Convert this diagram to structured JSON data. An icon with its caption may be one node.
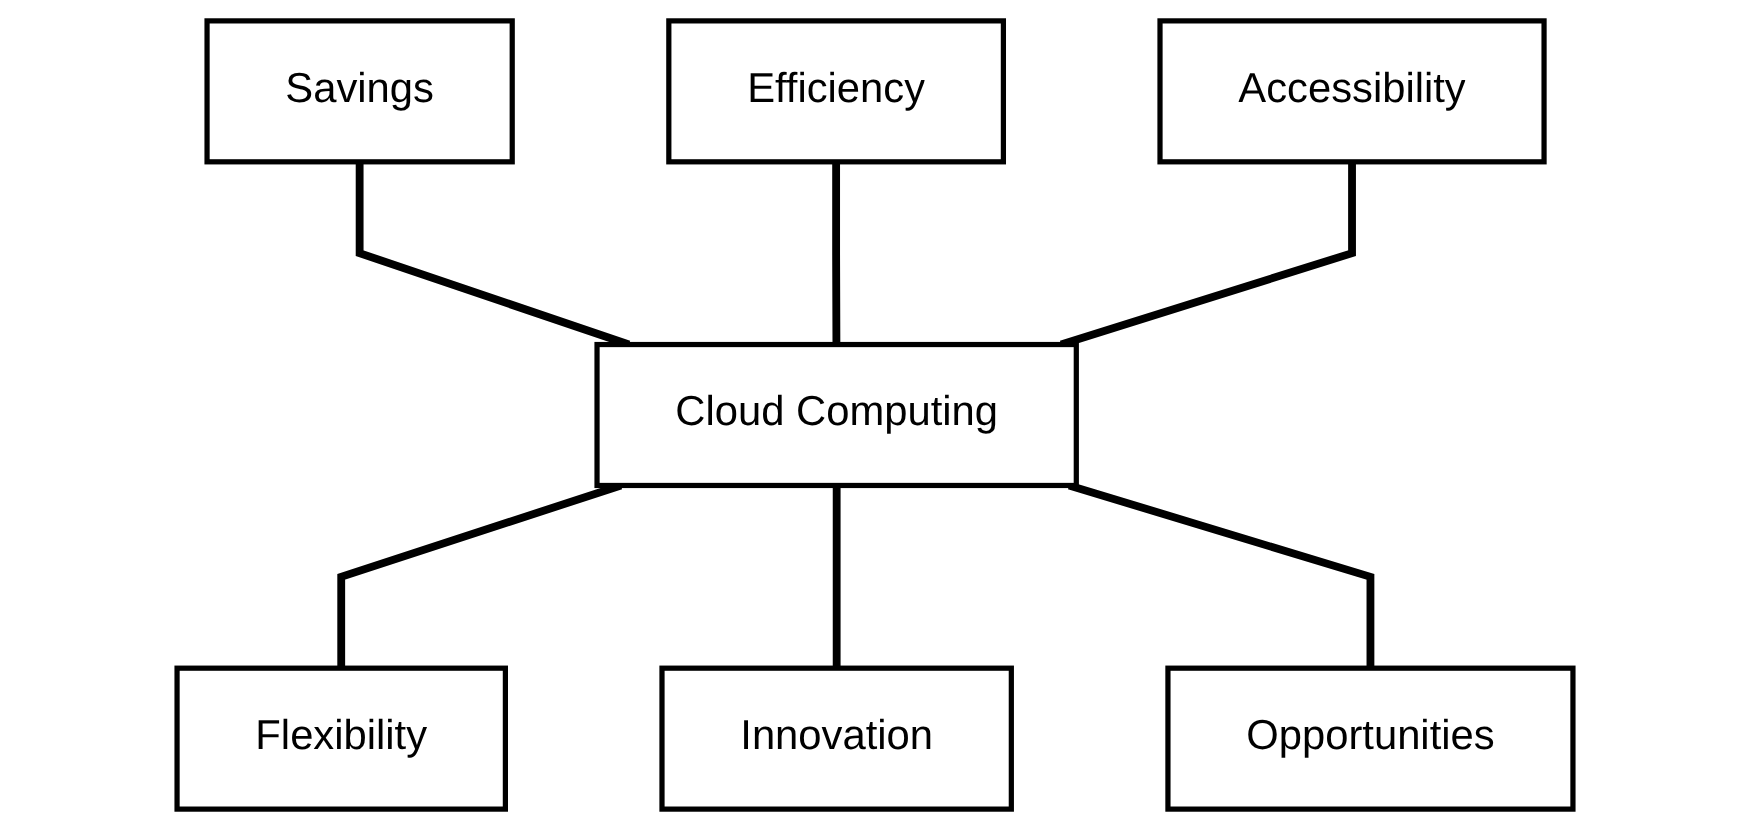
{
  "diagram": {
    "nodes": [
      {
        "text": [
          "Savings"
        ]
      },
      {
        "text": [
          "Efficiency"
        ]
      },
      {
        "text": [
          "Accessibility"
        ]
      },
      {
        "text": [
          "Cloud Computing"
        ]
      },
      {
        "text": [
          "Flexibility"
        ]
      },
      {
        "text": [
          "Innovation"
        ]
      },
      {
        "text": [
          "Opportunities"
        ]
      }
    ],
    "edges": [
      {
        "from": 0,
        "to": 3,
        "arrow": "none"
      },
      {
        "from": 1,
        "to": 3,
        "arrow": "none"
      },
      {
        "from": 2,
        "to": 3,
        "arrow": "none"
      },
      {
        "from": 3,
        "to": 4,
        "arrow": "none"
      },
      {
        "from": 3,
        "to": 5,
        "arrow": "none"
      },
      {
        "from": 3,
        "to": 6,
        "arrow": "none"
      }
    ]
  }
}
